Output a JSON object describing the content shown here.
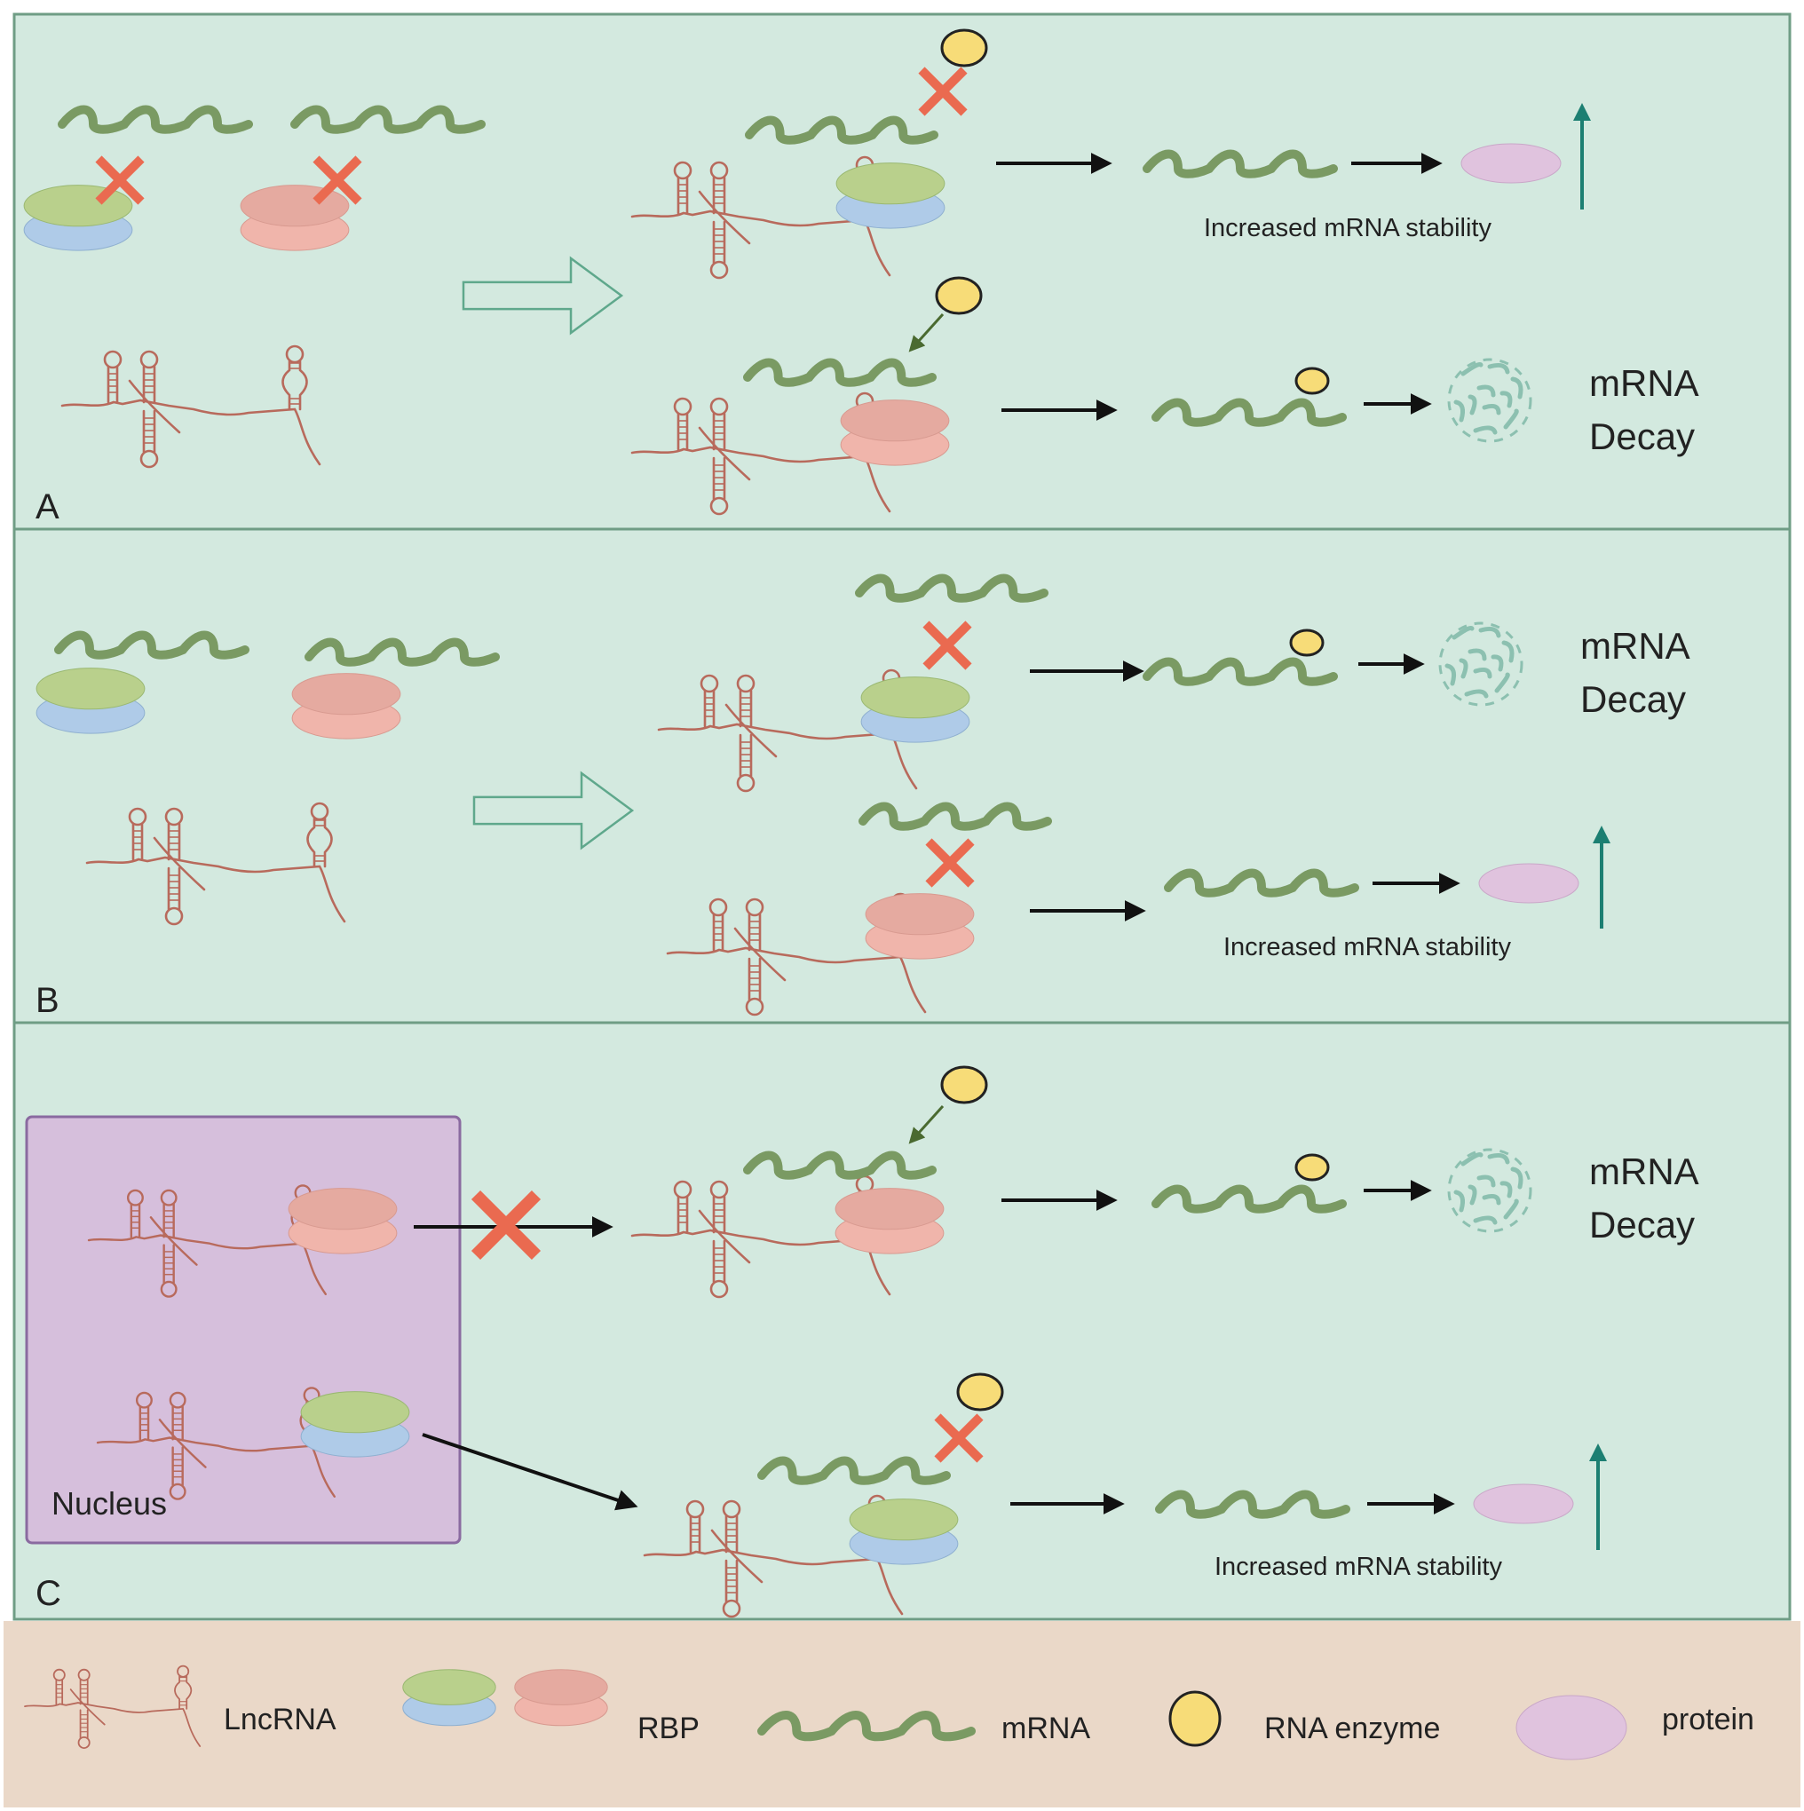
{
  "panels": [
    {
      "letter": "A"
    },
    {
      "letter": "B"
    },
    {
      "letter": "C",
      "nucleus_label": "Nucleus"
    }
  ],
  "outcomes": {
    "stability": "Increased mRNA stability",
    "decay_line1": "mRNA",
    "decay_line2": "Decay"
  },
  "legend": {
    "lncrna": "LncRNA",
    "rbp": "RBP",
    "mrna": "mRNA",
    "enzyme": "RNA enzyme",
    "protein": "protein"
  },
  "colors": {
    "panel_bg": "#d3e9df",
    "panel_border": "#6f9d85",
    "legend_bg": "#ead8c8",
    "nucleus_bg": "#d6bfdc",
    "nucleus_border": "#8a6aa0",
    "mrna": "#7a9a63",
    "lncrna": "#b86a5c",
    "rbp_green": "#b9d08c",
    "rbp_blue": "#afcbe8",
    "rbp_red_top": "#e5aaa0",
    "rbp_red_bottom": "#f0b5ab",
    "enzyme": "#f7dc78",
    "protein": "#e0c3de",
    "cross": "#ea6a50",
    "up_arrow": "#1c7f72",
    "debris": "#8cc0b0"
  },
  "icons": [
    "lncrna-icon",
    "rbp-icon",
    "mrna-icon",
    "rna-enzyme-icon",
    "protein-icon",
    "cross-icon",
    "hollow-arrow-icon",
    "up-arrow-icon",
    "degraded-mrna-icon"
  ]
}
